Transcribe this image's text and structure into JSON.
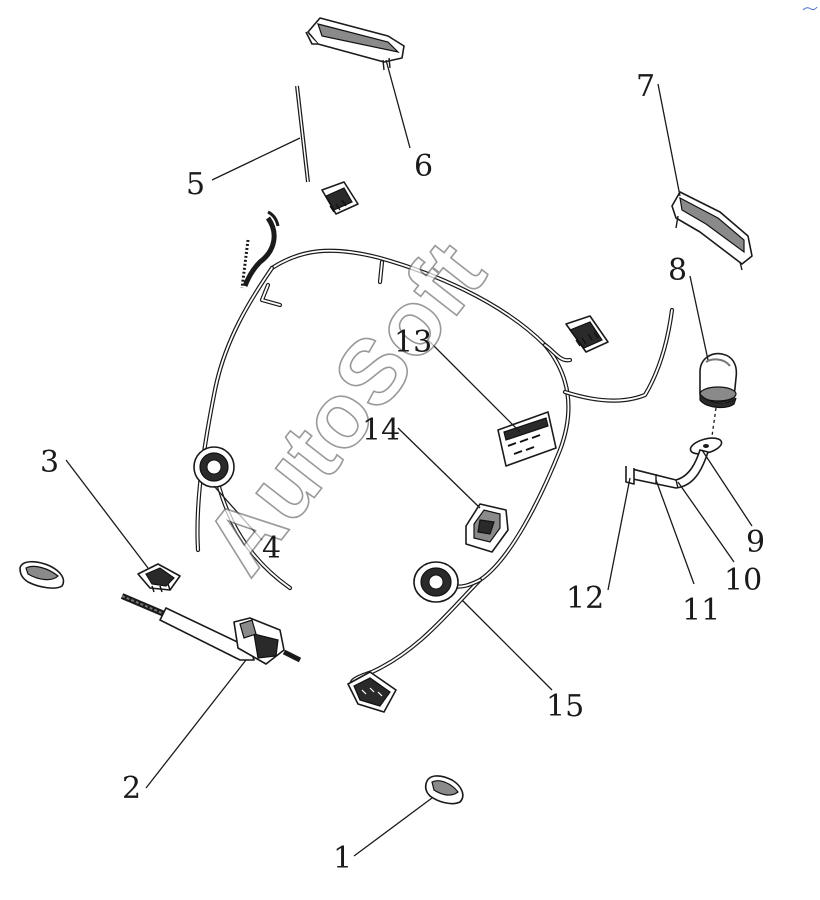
{
  "callouts": [
    "1",
    "2",
    "3",
    "4",
    "5",
    "6",
    "7",
    "8",
    "9",
    "10",
    "11",
    "12",
    "13",
    "14",
    "15"
  ],
  "watermark": "AutoSoft",
  "colors": {
    "line": "#1a1a1a",
    "watermark_stroke": "#6f6f6f",
    "corner_mark": "#4a6fd6"
  }
}
